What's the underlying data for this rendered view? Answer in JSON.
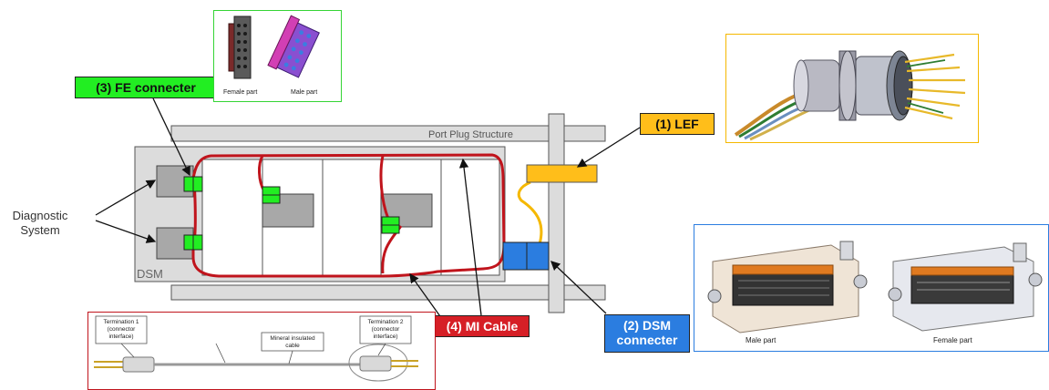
{
  "labels": {
    "fe_connector": "(3) FE connecter",
    "lef": "(1) LEF",
    "mi_cable": "(4) MI Cable",
    "dsm_connector_line1": "(2) DSM",
    "dsm_connector_line2": "connecter",
    "port_plug": "Port Plug Structure",
    "diagnostic_line1": "Diagnostic",
    "diagnostic_line2": "System",
    "dsm": "DSM"
  },
  "fe_panel": {
    "female": "Female part",
    "male": "Male part"
  },
  "dsm_panel": {
    "male": "Male part",
    "female": "Female part"
  },
  "cable_panel": {
    "term1_line1": "Termination 1",
    "term1_line2": "(connector",
    "term1_line3": "interface)",
    "mineral_line1": "Mineral insulated",
    "mineral_line2": "cable",
    "term2_line1": "Termination 2",
    "term2_line2": "(connector",
    "term2_line3": "interface)"
  },
  "colors": {
    "fe_green": "#22ee22",
    "lef_orange": "#ffbe1a",
    "mi_red": "#d61f26",
    "dsm_blue": "#2b7de0",
    "structure_gray": "#dcdcdc",
    "box_gray": "#a8a8a8"
  }
}
